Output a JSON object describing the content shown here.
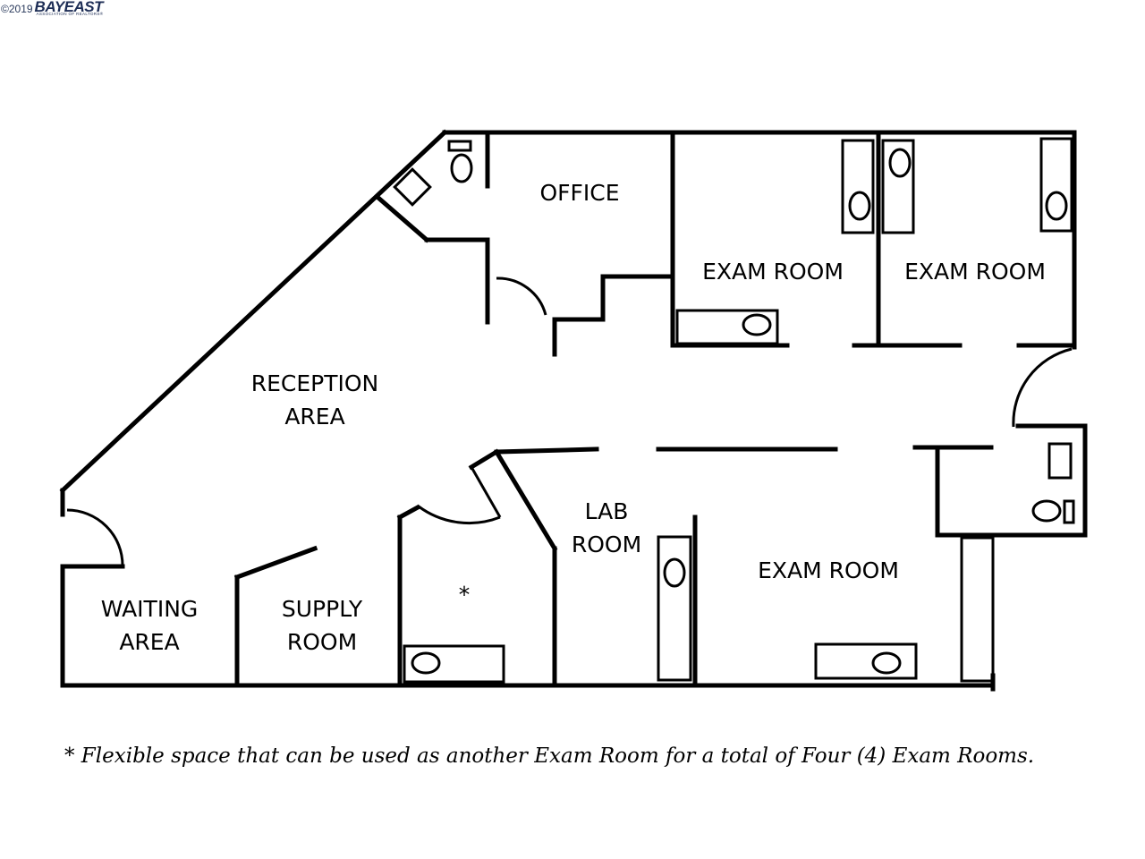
{
  "watermark": {
    "year": "©2019",
    "brand": "BAYEAST",
    "tagline": "ASSOCIATION OF REALTORS®"
  },
  "rooms": {
    "office": "OFFICE",
    "exam_1": "EXAM ROOM",
    "exam_2": "EXAM ROOM",
    "reception_line1": "RECEPTION",
    "reception_line2": "AREA",
    "lab_line1": "LAB",
    "lab_line2": "ROOM",
    "exam_3": "EXAM ROOM",
    "waiting_line1": "WAITING",
    "waiting_line2": "AREA",
    "supply_line1": "SUPPLY",
    "supply_line2": "ROOM",
    "flex_marker": "*"
  },
  "footnote": "* Flexible space that can be used as another Exam Room for a total of Four (4) Exam Rooms."
}
